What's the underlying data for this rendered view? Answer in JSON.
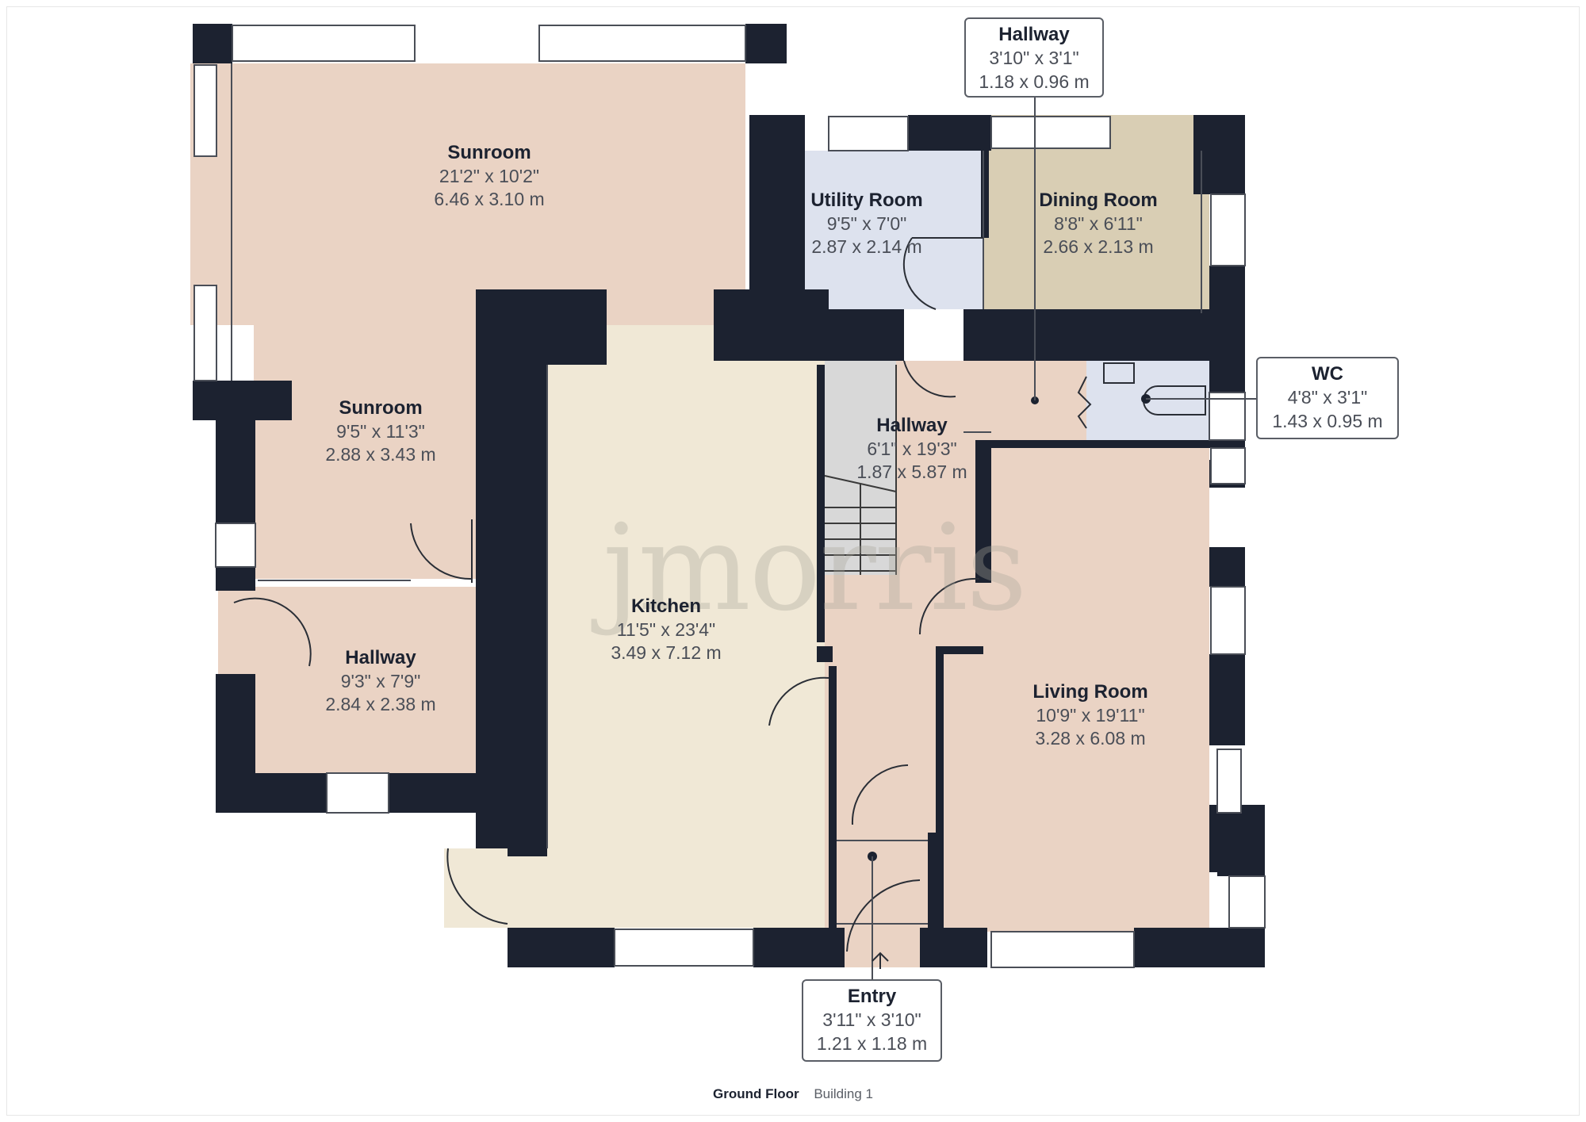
{
  "plan": {
    "floor_label": "Ground Floor",
    "building_label": "Building 1",
    "watermark": "jmorris",
    "colors": {
      "wall": "#1c2230",
      "sunroom": "#ead3c4",
      "kitchen": "#f0e8d6",
      "utility": "#dde2ee",
      "dining": "#d9ceb4",
      "hallway": "#ead3c4",
      "wc": "#dde2ee",
      "stairs": "#d8d8d8",
      "window": "#ffffff"
    }
  },
  "rooms": [
    {
      "id": "sunroom-main",
      "name": "Sunroom",
      "imperial": "21'2\" x 10'2\"",
      "metric": "6.46 x 3.10 m"
    },
    {
      "id": "utility-room",
      "name": "Utility Room",
      "imperial": "9'5\" x 7'0\"",
      "metric": "2.87 x 2.14 m"
    },
    {
      "id": "dining-room",
      "name": "Dining Room",
      "imperial": "8'8\" x 6'11\"",
      "metric": "2.66 x 2.13 m"
    },
    {
      "id": "sunroom-small",
      "name": "Sunroom",
      "imperial": "9'5\" x 11'3\"",
      "metric": "2.88 x 3.43 m"
    },
    {
      "id": "hallway-central",
      "name": "Hallway",
      "imperial": "6'1\" x 19'3\"",
      "metric": "1.87 x 5.87 m"
    },
    {
      "id": "kitchen",
      "name": "Kitchen",
      "imperial": "11'5\" x 23'4\"",
      "metric": "3.49 x 7.12 m"
    },
    {
      "id": "hallway-west",
      "name": "Hallway",
      "imperial": "9'3\" x 7'9\"",
      "metric": "2.84 x 2.38 m"
    },
    {
      "id": "living-room",
      "name": "Living Room",
      "imperial": "10'9\" x 19'11\"",
      "metric": "3.28 x 6.08 m"
    }
  ],
  "callouts": [
    {
      "id": "hallway-north",
      "name": "Hallway",
      "imperial": "3'10\" x 3'1\"",
      "metric": "1.18 x 0.96 m"
    },
    {
      "id": "wc",
      "name": "WC",
      "imperial": "4'8\" x 3'1\"",
      "metric": "1.43 x 0.95 m"
    },
    {
      "id": "entry",
      "name": "Entry",
      "imperial": "3'11\" x 3'10\"",
      "metric": "1.21 x 1.18 m"
    }
  ]
}
